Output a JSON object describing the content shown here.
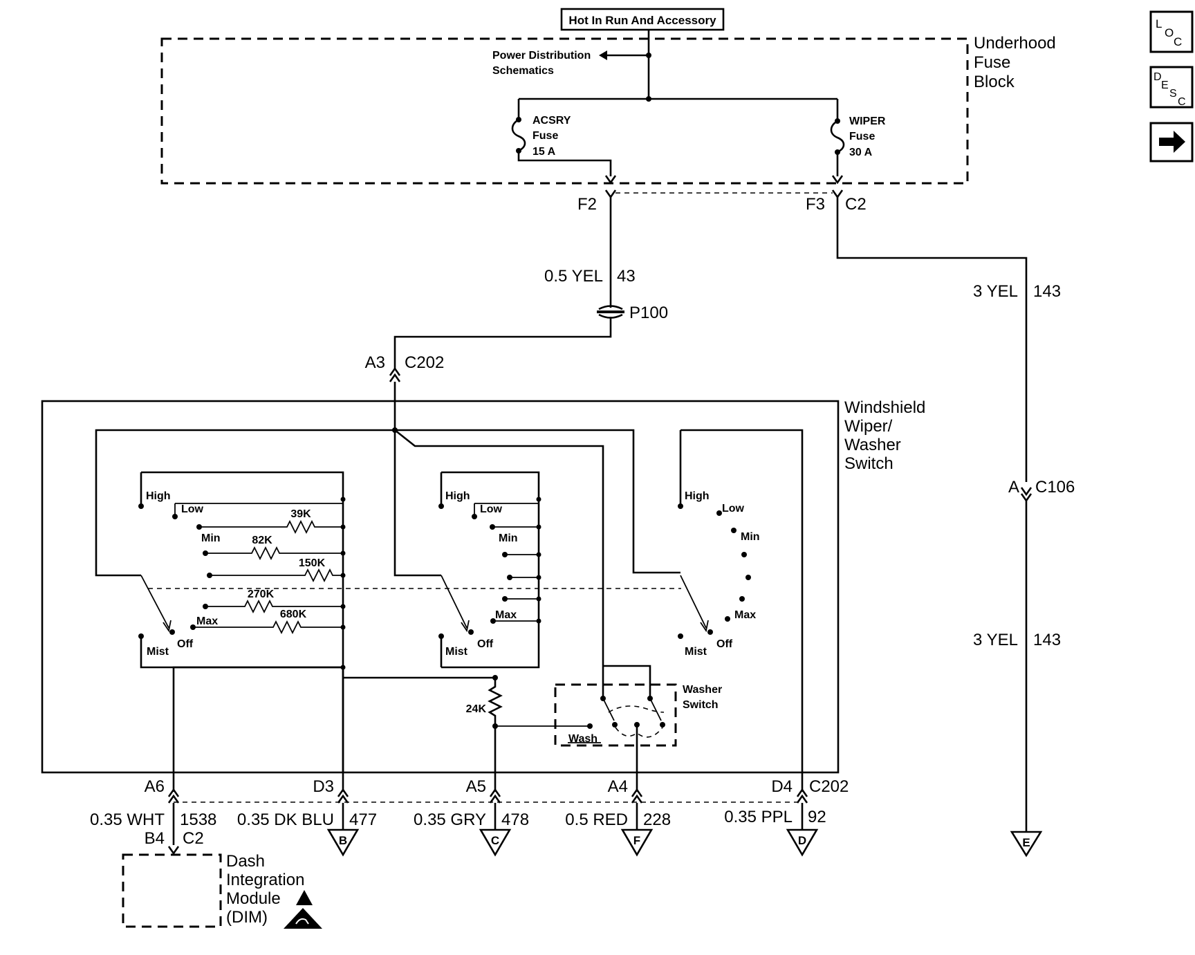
{
  "title_box": "Hot In Run And Accessory",
  "nav": {
    "loc": [
      "L",
      "O",
      "C"
    ],
    "desc": [
      "D",
      "E",
      "S",
      "C"
    ],
    "next_symbol": "➔"
  },
  "fuse_block": {
    "name": [
      "Underhood",
      "Fuse",
      "Block"
    ],
    "power_ref": [
      "Power Distribution",
      "Schematics"
    ],
    "acsry_fuse": [
      "ACSRY",
      "Fuse",
      "15 A"
    ],
    "wiper_fuse": [
      "WIPER",
      "Fuse",
      "30 A"
    ]
  },
  "connectors": {
    "f2": "F2",
    "f3": "F3",
    "c2_top": "C2",
    "p100": "P100",
    "a3": "A3",
    "c202_top": "C202",
    "a_c106": "A",
    "c106": "C106",
    "a6": "A6",
    "d3": "D3",
    "a5": "A5",
    "a4": "A4",
    "d4": "D4",
    "c202_bottom": "C202",
    "b4": "B4",
    "c2_dim": "C2"
  },
  "wires": {
    "yel_43": {
      "gauge_color": "0.5 YEL",
      "circuit": "43"
    },
    "yel_143_top": {
      "gauge_color": "3 YEL",
      "circuit": "143"
    },
    "yel_143_bottom": {
      "gauge_color": "3 YEL",
      "circuit": "143"
    },
    "wht_1538": {
      "gauge_color": "0.35 WHT",
      "circuit": "1538"
    },
    "dkblu_477": {
      "gauge_color": "0.35 DK BLU",
      "circuit": "477"
    },
    "gry_478": {
      "gauge_color": "0.35 GRY",
      "circuit": "478"
    },
    "red_228": {
      "gauge_color": "0.5 RED",
      "circuit": "228"
    },
    "ppl_92": {
      "gauge_color": "0.35 PPL",
      "circuit": "92"
    }
  },
  "switch": {
    "name": [
      "Windshield",
      "Wiper/",
      "Washer",
      "Switch"
    ],
    "positions": {
      "high": "High",
      "low": "Low",
      "min": "Min",
      "max": "Max",
      "mist": "Mist",
      "off": "Off"
    },
    "resistors": {
      "r39": "39K",
      "r82": "82K",
      "r150": "150K",
      "r270": "270K",
      "r680": "680K",
      "r24": "24K"
    },
    "washer_switch": [
      "Washer",
      "Switch"
    ],
    "wash": "Wash"
  },
  "grounds": {
    "b": "B",
    "c": "C",
    "f": "F",
    "d": "D",
    "e": "E"
  },
  "dim": {
    "name": [
      "Dash",
      "Integration",
      "Module",
      "(DIM)"
    ]
  }
}
